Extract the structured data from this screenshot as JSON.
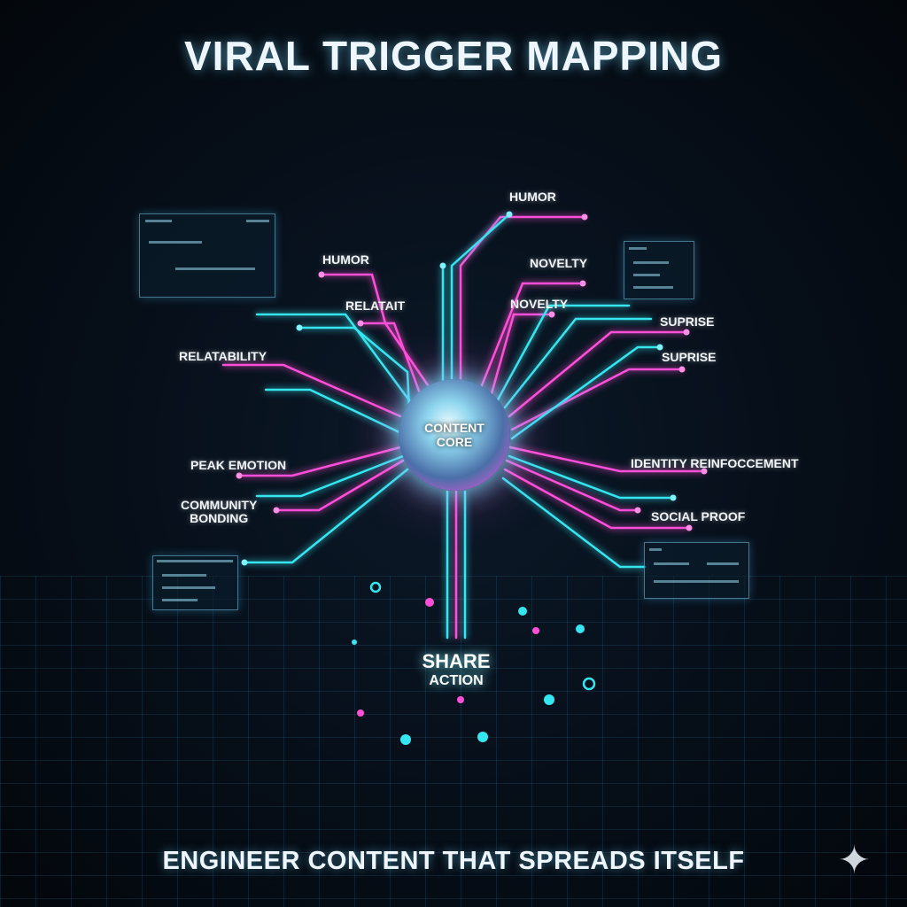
{
  "title": "VIRAL TRIGGER MAPPING",
  "footer": "ENGINEER CONTENT THAT SPREADS ITSELF",
  "core": {
    "line1": "CONTENT",
    "line2": "CORE"
  },
  "share": {
    "line1": "SHARE",
    "line2": "ACTION"
  },
  "labels": {
    "humor_top": "HUMOR",
    "humor_left": "HUMOR",
    "novelty_1": "NOVELTY",
    "relatait": "RELATAIT",
    "novelty_2": "NOVELTY",
    "suprise_1": "SUPRISE",
    "suprise_2": "SUPRISE",
    "relatability": "RELATABILITY",
    "peak_emotion": "PEAK EMOTION",
    "community_1": "COMMUNITY",
    "community_2": "BONDING",
    "identity": "IDENTITY REINFOCCEMENT",
    "social_proof": "SOCIAL PROOF"
  },
  "colors": {
    "cyan": "#35e6f0",
    "magenta": "#ff4fd8",
    "background": "#050a12"
  }
}
